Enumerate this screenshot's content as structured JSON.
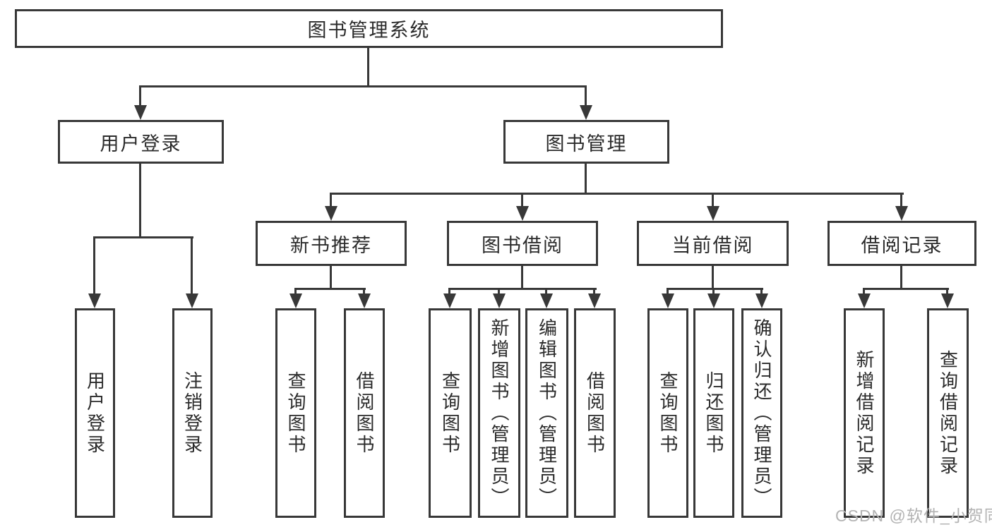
{
  "diagram": {
    "root": {
      "label": "图书管理系统"
    },
    "branches": [
      {
        "label": "用户登录",
        "children": [
          {
            "label": "用户登录"
          },
          {
            "label": "注销登录"
          }
        ]
      },
      {
        "label": "图书管理",
        "children": [
          {
            "label": "新书推荐",
            "children": [
              {
                "label": "查询图书"
              },
              {
                "label": "借阅图书"
              }
            ]
          },
          {
            "label": "图书借阅",
            "children": [
              {
                "label": "查询图书"
              },
              {
                "label": "新增图书（管理员）"
              },
              {
                "label": "编辑图书（管理员）"
              },
              {
                "label": "借阅图书"
              }
            ]
          },
          {
            "label": "当前借阅",
            "children": [
              {
                "label": "查询图书"
              },
              {
                "label": "归还图书"
              },
              {
                "label": "确认归还（管理员）"
              }
            ]
          },
          {
            "label": "借阅记录",
            "children": [
              {
                "label": "新增借阅记录"
              },
              {
                "label": "查询借阅记录"
              }
            ]
          }
        ]
      }
    ]
  },
  "watermark": {
    "text": "CSDN @软件_小贺同学"
  },
  "colors": {
    "line": "#383838",
    "box_border": "#383838",
    "background": "#ffffff",
    "watermark": "#b3b3b3"
  }
}
